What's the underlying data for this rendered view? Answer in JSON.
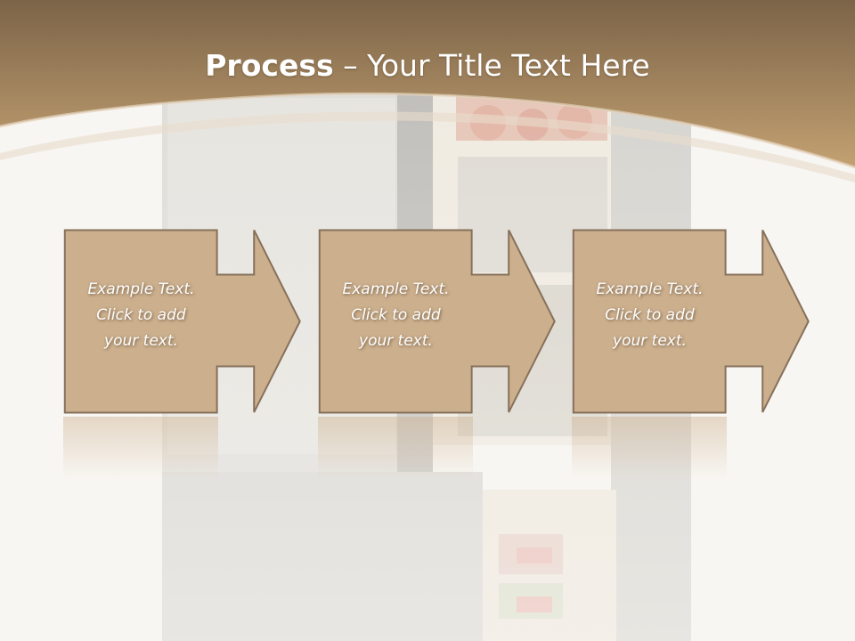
{
  "title": {
    "bold": "Process",
    "separator": " – ",
    "rest": "Your Title Text Here"
  },
  "steps": [
    {
      "lines": [
        "Example Text.",
        "Click  to add",
        "your text."
      ]
    },
    {
      "lines": [
        "Example Text.",
        "Click  to add",
        "your text."
      ]
    },
    {
      "lines": [
        "Example Text.",
        "Click  to add",
        "your text."
      ]
    }
  ],
  "colors": {
    "header_top": "#7c6448",
    "header_bottom": "#c3a172",
    "box_fill": "#ccb08e",
    "box_stroke": "#86705a",
    "background": "#f8f6f2"
  },
  "icons": [
    "right-arrow-icon"
  ]
}
